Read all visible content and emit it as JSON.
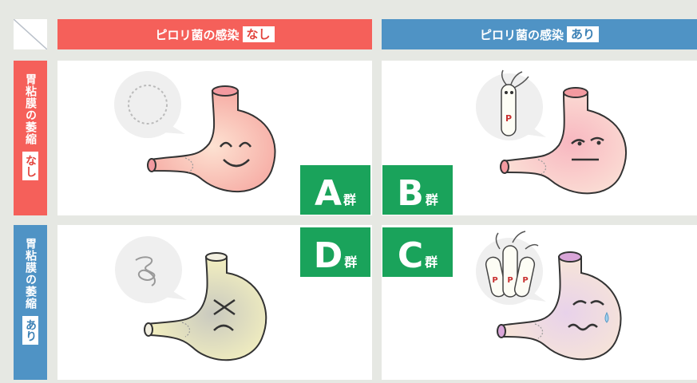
{
  "header": {
    "col1": {
      "label": "ピロリ菌の感染",
      "tag": "なし"
    },
    "col2": {
      "label": "ピロリ菌の感染",
      "tag": "あり"
    }
  },
  "rows": {
    "row1": {
      "label": "胃粘膜の萎縮",
      "tag": "なし"
    },
    "row2": {
      "label": "胃粘膜の萎縮",
      "tag": "あり"
    }
  },
  "groups": {
    "a": {
      "letter": "A",
      "suffix": "群"
    },
    "b": {
      "letter": "B",
      "suffix": "群"
    },
    "c": {
      "letter": "C",
      "suffix": "群"
    },
    "d": {
      "letter": "D",
      "suffix": "群"
    }
  },
  "bacteria": {
    "single": "P",
    "multi": [
      "P",
      "P",
      "P"
    ]
  },
  "colors": {
    "red": "#f5605a",
    "blue": "#4f93c5",
    "green": "#1aa35b",
    "background": "#e6e8e3"
  },
  "icons": {
    "corner": "diagonal-slash-icon",
    "stomach_a": "happy-stomach-icon",
    "stomach_b": "uneasy-stomach-icon",
    "stomach_c": "sick-stomach-icon",
    "stomach_d": "atrophied-stomach-icon"
  }
}
